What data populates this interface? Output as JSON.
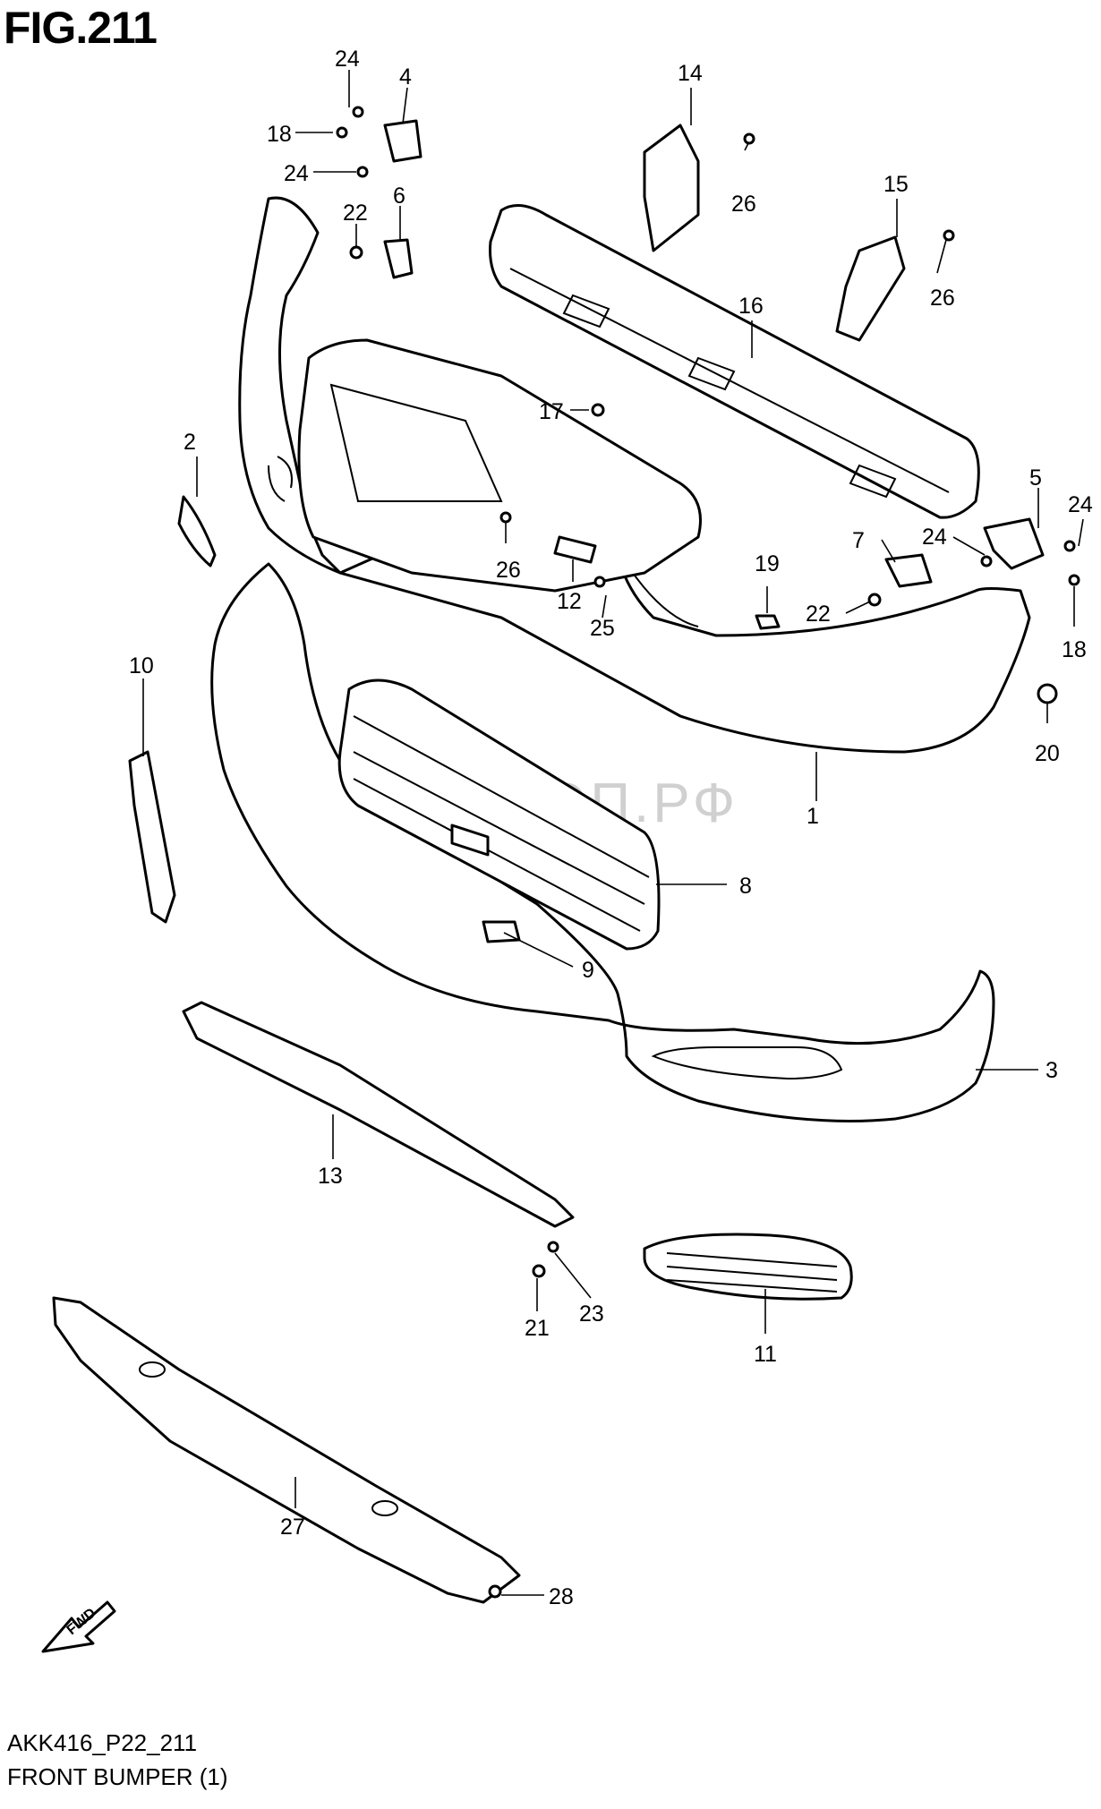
{
  "figure": {
    "title": "FIG.211",
    "code": "AKK416_P22_211",
    "name": "FRONT BUMPER (1)",
    "watermark": "СУЗУКИМОП.РФ",
    "fwd_label": "FWD"
  },
  "callouts": [
    "1",
    "2",
    "3",
    "4",
    "5",
    "6",
    "7",
    "8",
    "9",
    "10",
    "11",
    "12",
    "13",
    "14",
    "15",
    "16",
    "17",
    "18",
    "18",
    "19",
    "20",
    "21",
    "22",
    "22",
    "23",
    "24",
    "24",
    "24",
    "24",
    "25",
    "26",
    "26",
    "26",
    "27",
    "28"
  ]
}
